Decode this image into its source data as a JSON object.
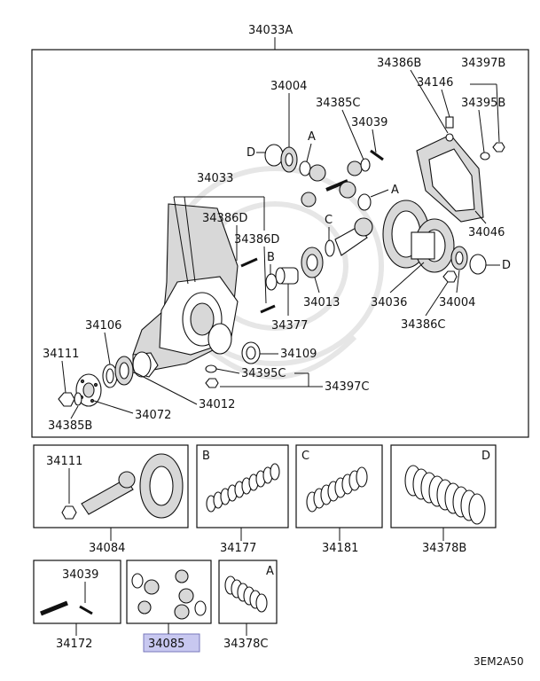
{
  "diagram": {
    "top_label": "34033A",
    "labels": {
      "p34004_top": "34004",
      "p34385C": "34385C",
      "p34039_top": "34039",
      "p34386B": "34386B",
      "p34397B": "34397B",
      "p34146": "34146",
      "p34395B": "34395B",
      "p34033": "34033",
      "p34386D_a": "34386D",
      "p34386D_b": "34386D",
      "p34046": "34046",
      "p34013": "34013",
      "p34036": "34036",
      "p34004_bot": "34004",
      "p34386C": "34386C",
      "p34377": "34377",
      "p34106": "34106",
      "p34111_top": "34111",
      "p34109": "34109",
      "p34395C": "34395C",
      "p34397C": "34397C",
      "p34012": "34012",
      "p34072": "34072",
      "p34385B": "34385B"
    },
    "letters": {
      "D1": "D",
      "A1": "A",
      "A2": "A",
      "C1": "C",
      "B1": "B",
      "D2": "D"
    },
    "kits": [
      {
        "code": "34084",
        "sub_label": "34111",
        "letter": ""
      },
      {
        "code": "34177",
        "sub_label": "",
        "letter": "B"
      },
      {
        "code": "34181",
        "sub_label": "",
        "letter": "C"
      },
      {
        "code": "34378B",
        "sub_label": "",
        "letter": "D"
      },
      {
        "code": "34172",
        "sub_label": "34039",
        "letter": ""
      },
      {
        "code": "34085",
        "sub_label": "",
        "letter": ""
      },
      {
        "code": "34378C",
        "sub_label": "",
        "letter": "A"
      }
    ],
    "footer_code": "3EM2A50"
  }
}
